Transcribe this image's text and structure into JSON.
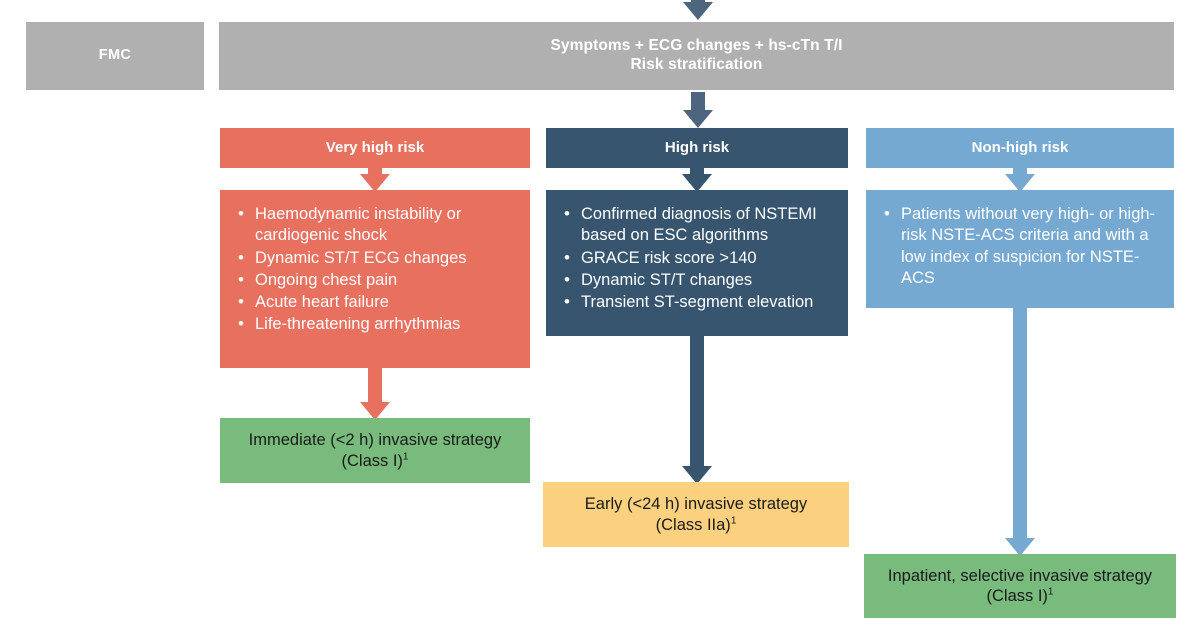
{
  "colors": {
    "grey": "#b0b0b0",
    "very_high_risk": "#e8705f",
    "high_risk": "#37556e",
    "non_high_risk": "#76a9d2",
    "green": "#78bb7c",
    "yellow": "#fbd17f",
    "arrow_slate": "#4e6580"
  },
  "entry": {
    "fmc_label": "FMC",
    "header_line1": "Symptoms + ECG changes + hs-cTn T/I",
    "header_line2": "Risk stratification"
  },
  "columns": [
    {
      "key": "very_high_risk",
      "header": "Very high risk",
      "criteria": [
        "Haemodynamic instability or cardiogenic shock",
        "Dynamic ST/T ECG changes",
        "Ongoing chest pain",
        "Acute heart failure",
        "Life-threatening arrhythmias"
      ],
      "outcome_line1": "Immediate (<2 h) invasive strategy",
      "outcome_line2": "(Class I)",
      "outcome_footnote": "1"
    },
    {
      "key": "high_risk",
      "header": "High risk",
      "criteria": [
        "Confirmed diagnosis of NSTEMI based on ESC algorithms",
        "GRACE risk score >140",
        "Dynamic ST/T changes",
        "Transient ST-segment elevation"
      ],
      "outcome_line1": "Early (<24 h) invasive strategy",
      "outcome_line2": "(Class IIa)",
      "outcome_footnote": "1"
    },
    {
      "key": "non_high_risk",
      "header": "Non-high risk",
      "criteria": [
        "Patients without very high- or high-risk NSTE-ACS criteria and with a low index of suspicion for NSTE-ACS"
      ],
      "outcome_line1": "Inpatient, selective invasive strategy",
      "outcome_line2": "(Class I)",
      "outcome_footnote": "1"
    }
  ]
}
